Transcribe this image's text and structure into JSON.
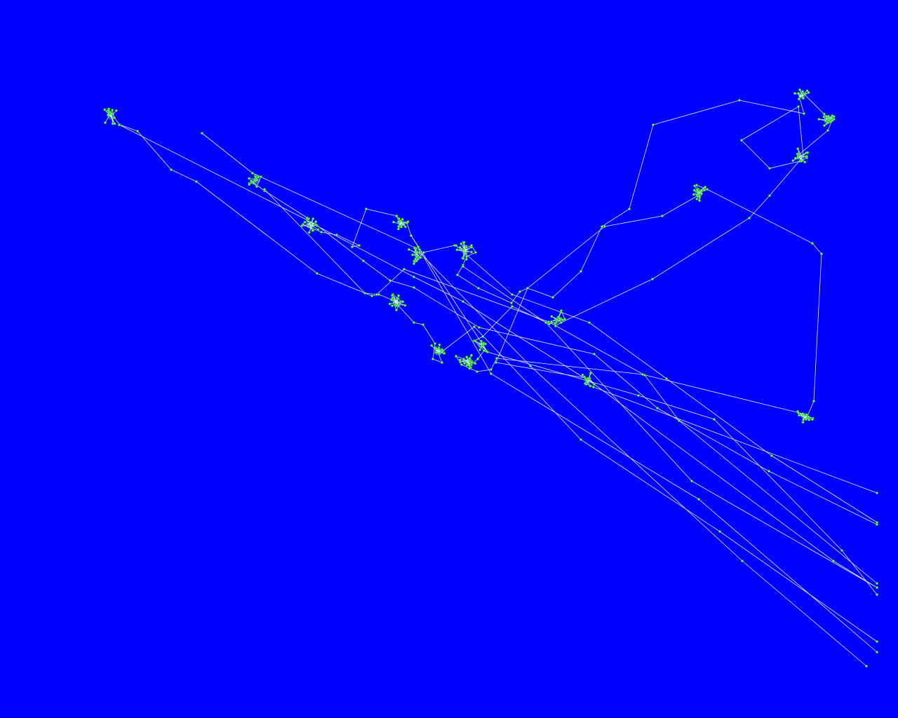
{
  "screen": {
    "background_color": "#0000ff",
    "line_color": "#e8e8ff",
    "node_fill_color": "#7dff7d",
    "node_stroke_color": "#00aa00"
  },
  "chart_data": {
    "type": "line",
    "description_visible_text": "",
    "series": [
      {
        "points": [
          [
            288,
            190
          ],
          [
            360,
            247
          ],
          [
            372,
            252
          ],
          [
            366,
            266
          ],
          [
            358,
            258
          ],
          [
            377,
            272
          ],
          [
            440,
            312
          ],
          [
            432,
            320
          ],
          [
            447,
            328
          ],
          [
            439,
            323
          ],
          [
            458,
            331
          ],
          [
            480,
            335
          ],
          [
            512,
            350
          ],
          [
            502,
            352
          ],
          [
            522,
            298
          ],
          [
            565,
            308
          ],
          [
            572,
            322
          ],
          [
            580,
            318
          ],
          [
            586,
            336
          ],
          [
            596,
            352
          ],
          [
            600,
            367
          ],
          [
            590,
            376
          ],
          [
            604,
            360
          ],
          [
            648,
            350
          ],
          [
            660,
            356
          ],
          [
            672,
            350
          ],
          [
            678,
            360
          ],
          [
            665,
            366
          ],
          [
            660,
            378
          ],
          [
            652,
            392
          ],
          [
            682,
            411
          ],
          [
            729,
            432
          ],
          [
            741,
            416
          ],
          [
            752,
            411
          ],
          [
            788,
            424
          ],
          [
            828,
            387
          ],
          [
            858,
            323
          ],
          [
            897,
            298
          ],
          [
            931,
            178
          ],
          [
            1054,
            143
          ],
          [
            1146,
            162
          ],
          [
            1138,
            133
          ],
          [
            1145,
            140
          ],
          [
            1140,
            128
          ],
          [
            1178,
            166
          ],
          [
            1184,
            174
          ],
          [
            1175,
            179
          ],
          [
            1188,
            167
          ],
          [
            1180,
            186
          ],
          [
            1138,
            221
          ],
          [
            1150,
            225
          ],
          [
            1140,
            230
          ],
          [
            1097,
            240
          ],
          [
            1057,
            200
          ],
          [
            1138,
            152
          ],
          [
            1145,
            223
          ],
          [
            1097,
            279
          ],
          [
            1068,
            311
          ],
          [
            930,
            398
          ],
          [
            800,
            460
          ],
          [
            792,
            465
          ],
          [
            796,
            452
          ],
          [
            800,
            443
          ],
          [
            805,
            455
          ],
          [
            783,
            462
          ],
          [
            730,
            437
          ],
          [
            688,
            480
          ],
          [
            676,
            486
          ],
          [
            690,
            500
          ],
          [
            681,
            512
          ],
          [
            672,
            520
          ],
          [
            661,
            512
          ],
          [
            650,
            508
          ],
          [
            658,
            520
          ],
          [
            680,
            530
          ],
          [
            700,
            527
          ],
          [
            708,
            511
          ],
          [
            916,
            534
          ],
          [
            1144,
            590
          ],
          [
            1149,
            598
          ],
          [
            1160,
            572
          ],
          [
            1171,
            362
          ],
          [
            1158,
            347
          ],
          [
            1008,
            270
          ],
          [
            993,
            264
          ],
          [
            997,
            286
          ],
          [
            1000,
            276
          ],
          [
            944,
            308
          ],
          [
            862,
            323
          ],
          [
            752,
            411
          ],
          [
            707,
            517
          ],
          [
            840,
            540
          ],
          [
            847,
            548
          ],
          [
            838,
            540
          ],
          [
            834,
            547
          ],
          [
            846,
            552
          ],
          [
            1250,
            703
          ]
        ]
      },
      {
        "points": [
          [
            150,
            175
          ],
          [
            160,
            157
          ],
          [
            163,
            168
          ],
          [
            171,
            178
          ],
          [
            196,
            187
          ],
          [
            244,
            242
          ],
          [
            280,
            259
          ],
          [
            452,
            390
          ],
          [
            530,
            422
          ],
          [
            540,
            420
          ],
          [
            560,
            428
          ],
          [
            565,
            442
          ],
          [
            572,
            430
          ],
          [
            560,
            420
          ],
          [
            568,
            436
          ],
          [
            590,
            460
          ],
          [
            603,
            463
          ],
          [
            620,
            490
          ],
          [
            617,
            512
          ],
          [
            630,
            517
          ],
          [
            622,
            497
          ],
          [
            632,
            500
          ],
          [
            676,
            466
          ],
          [
            828,
            627
          ],
          [
            1026,
            758
          ],
          [
            1250,
            915
          ]
        ]
      },
      {
        "points": [
          [
            170,
            178
          ],
          [
            450,
            320
          ],
          [
            518,
            372
          ],
          [
            556,
            400
          ],
          [
            590,
            410
          ],
          [
            683,
            467
          ],
          [
            847,
            505
          ],
          [
            937,
            582
          ],
          [
            1096,
            672
          ],
          [
            1250,
            748
          ]
        ]
      },
      {
        "points": [
          [
            377,
            270
          ],
          [
            520,
            418
          ],
          [
            537,
            420
          ],
          [
            576,
            384
          ],
          [
            782,
            459
          ],
          [
            919,
            535
          ],
          [
            968,
            600
          ],
          [
            1250,
            832
          ]
        ]
      },
      {
        "points": [
          [
            360,
            247
          ],
          [
            598,
            356
          ],
          [
            700,
            533
          ],
          [
            996,
            712
          ],
          [
            1250,
            930
          ]
        ]
      },
      {
        "points": [
          [
            586,
            336
          ],
          [
            695,
            502
          ],
          [
            910,
            564
          ],
          [
            1018,
            598
          ],
          [
            1200,
            785
          ],
          [
            1250,
            848
          ]
        ]
      },
      {
        "points": [
          [
            660,
            380
          ],
          [
            778,
            460
          ],
          [
            986,
            686
          ],
          [
            1250,
            838
          ]
        ]
      },
      {
        "points": [
          [
            598,
            360
          ],
          [
            756,
            522
          ],
          [
            1058,
            800
          ],
          [
            1235,
            950
          ]
        ]
      },
      {
        "points": [
          [
            440,
            316
          ],
          [
            590,
            395
          ],
          [
            660,
            430
          ],
          [
            847,
            548
          ],
          [
            1188,
            800
          ],
          [
            1250,
            838
          ]
        ]
      },
      {
        "points": [
          [
            650,
            350
          ],
          [
            730,
            420
          ],
          [
            840,
            460
          ],
          [
            950,
            540
          ],
          [
            1100,
            650
          ],
          [
            1250,
            745
          ]
        ]
      }
    ],
    "clusters": [
      {
        "center": [
          158,
          166
        ],
        "count": 10
      },
      {
        "center": [
          366,
          257
        ],
        "count": 10
      },
      {
        "center": [
          443,
          321
        ],
        "count": 12
      },
      {
        "center": [
          572,
          318
        ],
        "count": 12
      },
      {
        "center": [
          594,
          362
        ],
        "count": 12
      },
      {
        "center": [
          663,
          358
        ],
        "count": 14
      },
      {
        "center": [
          565,
          432
        ],
        "count": 12
      },
      {
        "center": [
          624,
          502
        ],
        "count": 10
      },
      {
        "center": [
          668,
          515
        ],
        "count": 18
      },
      {
        "center": [
          686,
          492
        ],
        "count": 10
      },
      {
        "center": [
          796,
          456
        ],
        "count": 10
      },
      {
        "center": [
          838,
          543
        ],
        "count": 8
      },
      {
        "center": [
          995,
          275
        ],
        "count": 14
      },
      {
        "center": [
          1141,
          224
        ],
        "count": 10
      },
      {
        "center": [
          1143,
          136
        ],
        "count": 8
      },
      {
        "center": [
          1179,
          172
        ],
        "count": 12
      },
      {
        "center": [
          1147,
          594
        ],
        "count": 12
      }
    ]
  }
}
